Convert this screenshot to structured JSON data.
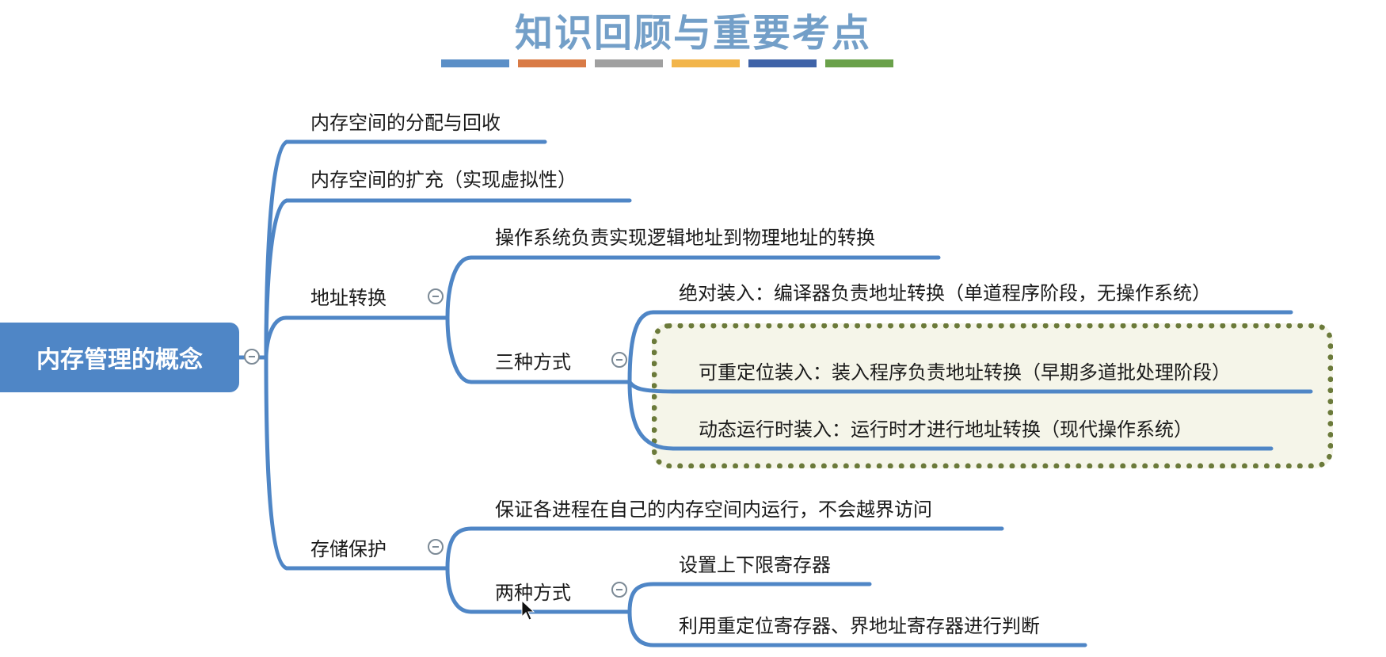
{
  "watermark": "",
  "title": "知识回顾与重要考点",
  "title_colors": [
    "#5b8fc7",
    "#d97b46",
    "#a0a0a0",
    "#f2b54a",
    "#3f63a8",
    "#6aa14a"
  ],
  "root": "内存管理的概念",
  "nodes": {
    "alloc": "内存空间的分配与回收",
    "expand": "内存空间的扩充（实现虚拟性）",
    "addr": "地址转换",
    "addr_os": "操作系统负责实现逻辑地址到物理地址的转换",
    "three_ways": "三种方式",
    "absolute": "绝对装入：编译器负责地址转换（单道程序阶段，无操作系统）",
    "relocatable": "可重定位装入：装入程序负责地址转换（早期多道批处理阶段）",
    "dynamic": "动态运行时装入：运行时才进行地址转换（现代操作系统）",
    "protect": "存储保护",
    "protect_desc": "保证各进程在自己的内存空间内运行，不会越界访问",
    "two_ways": "两种方式",
    "bounds_reg": "设置上下限寄存器",
    "reloc_reg": "利用重定位寄存器、界地址寄存器进行判断"
  },
  "colors": {
    "node_line": "#4f86c6",
    "root_fill": "#4f86c6",
    "highlight_border": "#6b7a3a"
  }
}
